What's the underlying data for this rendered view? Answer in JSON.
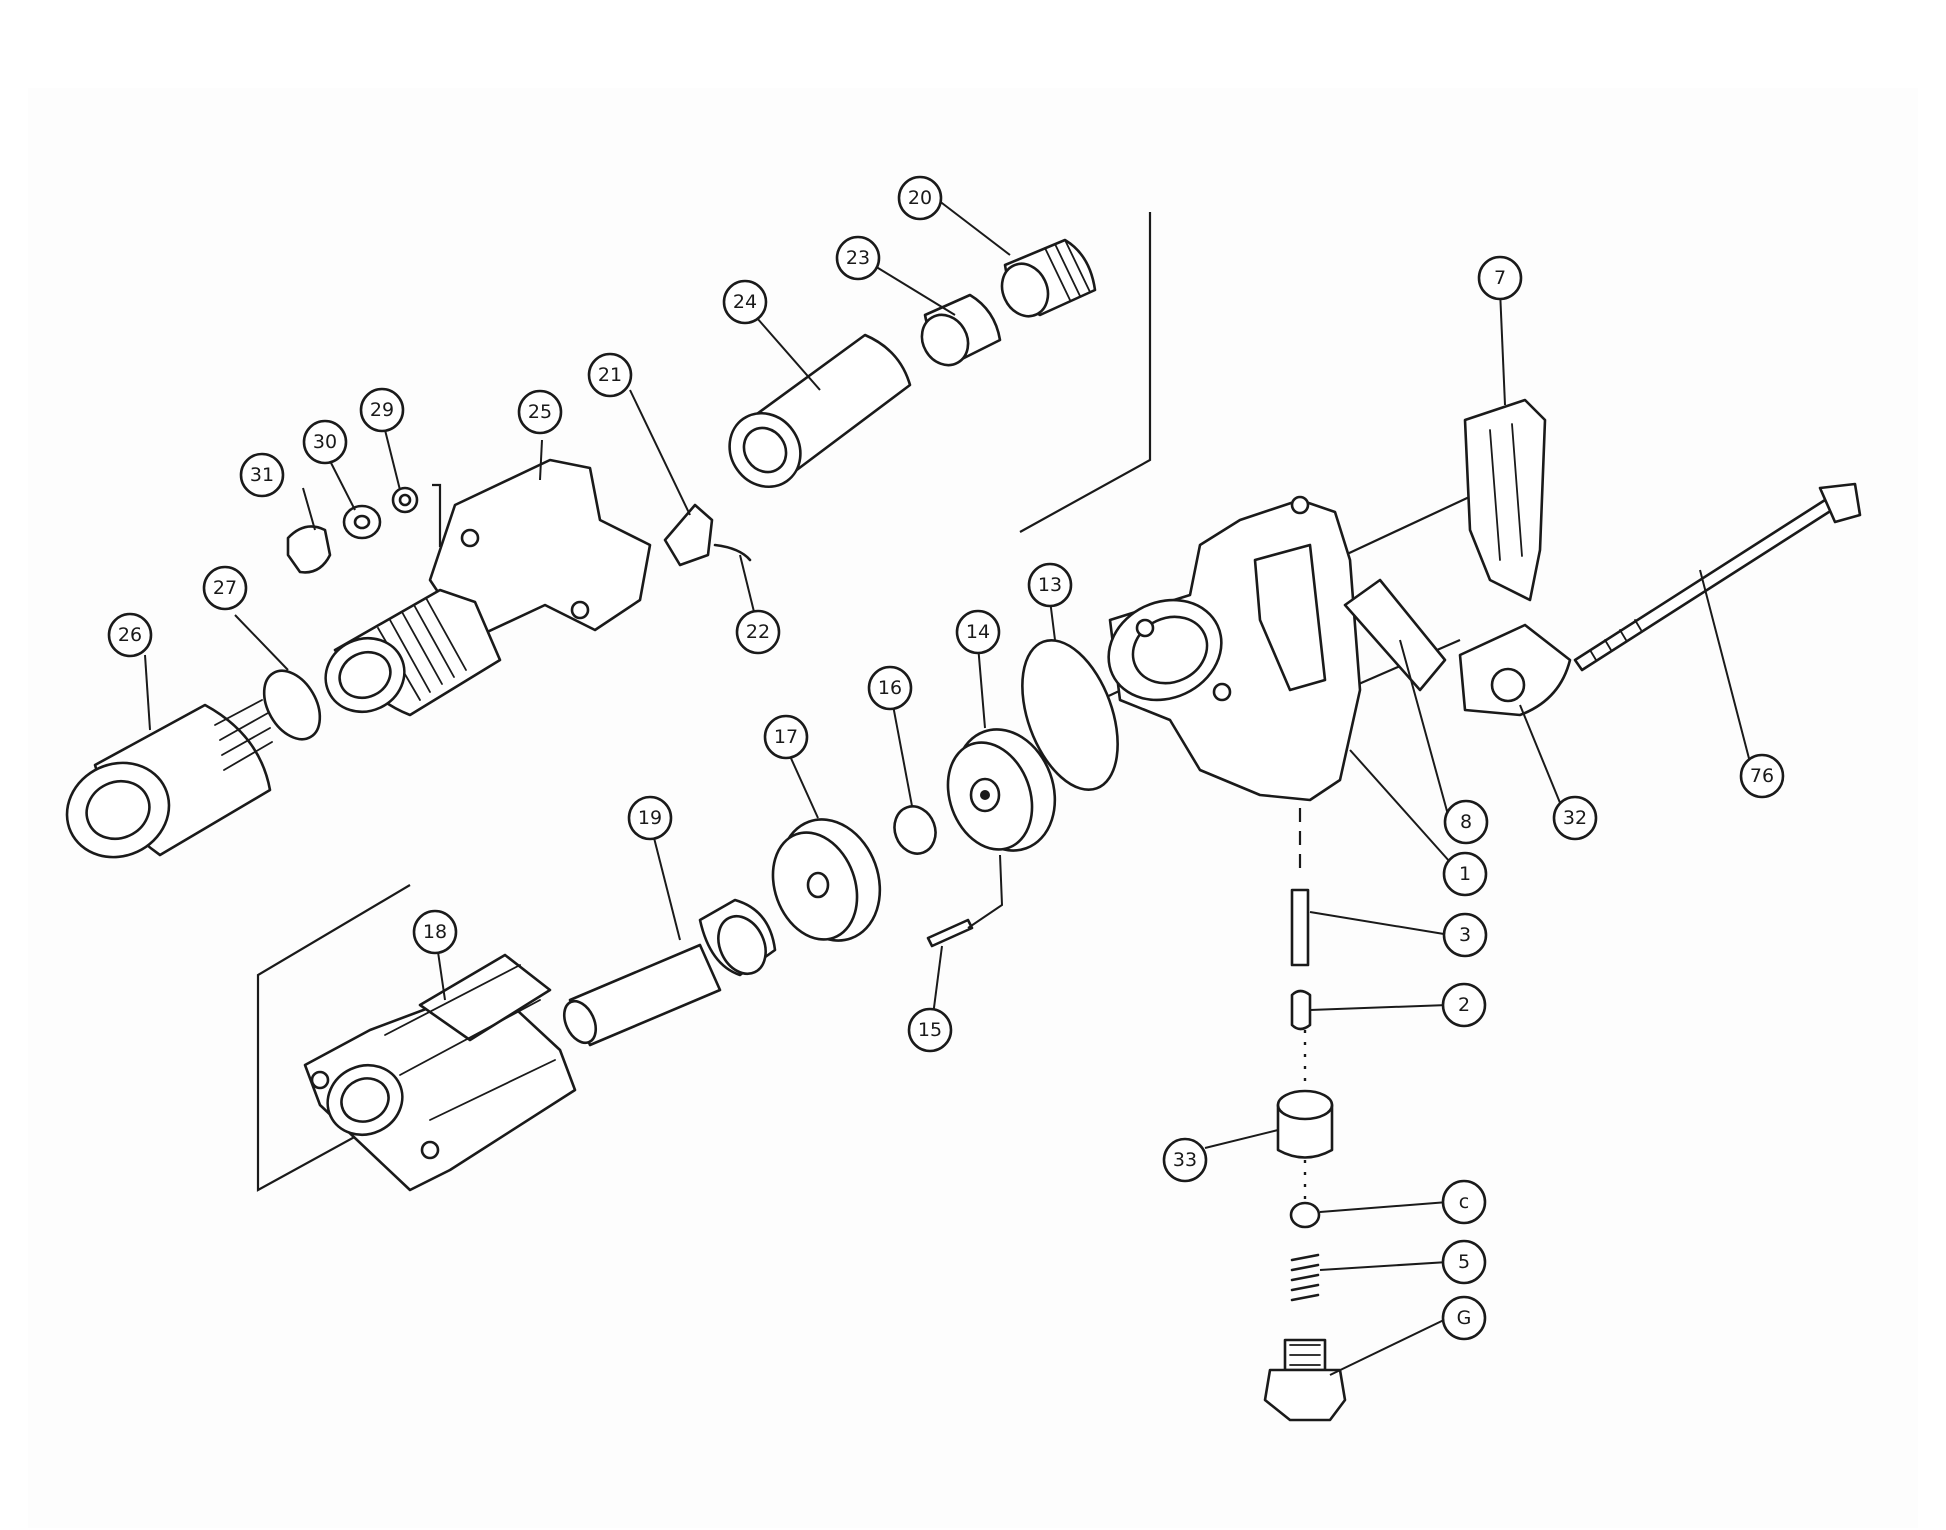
{
  "diagram": {
    "callouts": [
      {
        "id": "c1",
        "label": "1"
      },
      {
        "id": "c2",
        "label": "2"
      },
      {
        "id": "c3",
        "label": "3"
      },
      {
        "id": "c4",
        "label": "c"
      },
      {
        "id": "c5",
        "label": "5"
      },
      {
        "id": "c6",
        "label": "G"
      },
      {
        "id": "c7",
        "label": "7"
      },
      {
        "id": "c8",
        "label": "8"
      },
      {
        "id": "c13",
        "label": "13"
      },
      {
        "id": "c14",
        "label": "14"
      },
      {
        "id": "c15",
        "label": "15"
      },
      {
        "id": "c16",
        "label": "16"
      },
      {
        "id": "c17",
        "label": "17"
      },
      {
        "id": "c18",
        "label": "18"
      },
      {
        "id": "c19",
        "label": "19"
      },
      {
        "id": "c20",
        "label": "20"
      },
      {
        "id": "c21",
        "label": "21"
      },
      {
        "id": "c22",
        "label": "22"
      },
      {
        "id": "c23",
        "label": "23"
      },
      {
        "id": "c24",
        "label": "24"
      },
      {
        "id": "c25",
        "label": "25"
      },
      {
        "id": "c26",
        "label": "26"
      },
      {
        "id": "c27",
        "label": "27"
      },
      {
        "id": "c29",
        "label": "29"
      },
      {
        "id": "c30",
        "label": "30"
      },
      {
        "id": "c31",
        "label": "31"
      },
      {
        "id": "c32",
        "label": "32"
      },
      {
        "id": "c33",
        "label": "33"
      },
      {
        "id": "c76",
        "label": "76"
      }
    ]
  }
}
